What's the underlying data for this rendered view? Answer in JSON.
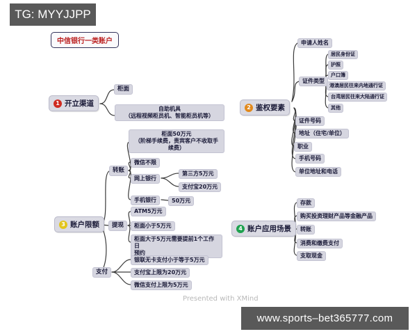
{
  "banners": {
    "tg": "TG: MYYJJPP",
    "url": "www.sports–bet365777.com"
  },
  "root": "中信银行一类账户",
  "watermark": "Presented with XMind",
  "colors": {
    "banner_bg": "#595959",
    "root_text": "#bb1f1f",
    "node_bg": "#d6d6e0",
    "topic1_badge": "#cf2b21",
    "topic2_badge": "#e2891c",
    "topic3_badge": "#e3c51c",
    "topic4_badge": "#1fa14f"
  },
  "topics": {
    "t1": {
      "num": "1",
      "label": "开立渠道"
    },
    "t2": {
      "num": "2",
      "label": "鉴权要素"
    },
    "t3": {
      "num": "3",
      "label": "账户限额"
    },
    "t4": {
      "num": "4",
      "label": "账户应用场景"
    }
  },
  "nodes": {
    "counter": "柜面",
    "self_service": "自助机具\n（远程视频柜员机、智能柜员机等）",
    "transfer": "转账",
    "counter_50w": "柜面50万元\n（阶梯手续费，贵宾客户不收取手\n续费）",
    "wechat_unlimited": "微信不限",
    "online_bank": "网上银行",
    "third_party_5w": "第三方5万元",
    "alipay_20w": "支付宝20万元",
    "mobile_bank": "手机银行",
    "mobile_50w": "50万元",
    "withdraw": "提现",
    "atm_5w": "ATM5万元",
    "counter_lt_5w": "柜面小于5万元",
    "counter_gt_5w": "柜面大于5万元需要提前1个工作日\n预约",
    "pay": "支付",
    "unionpay_le_5w": "银联无卡支付小于等于5万元",
    "alipay_cap_20w": "支付宝上限为20万元",
    "wechat_cap_5w": "微信支付上限为5万元",
    "applicant_name": "申请人姓名",
    "id_type": "证件类型",
    "id_resident": "居民身份证",
    "id_passport": "护照",
    "id_household": "户口簿",
    "id_hk_macau": "港澳居民往来内地通行证",
    "id_taiwan": "台湾居民往来大陆通行证",
    "id_other": "其他",
    "id_number": "证件号码",
    "address": "地址（住宅/单位）",
    "occupation": "职业",
    "mobile_number": "手机号码",
    "work_addr_phone": "单位地址和电话",
    "deposit": "存款",
    "invest_products": "购买投资理财产品等金融产品",
    "transfer_scene": "转账",
    "consume_pay": "消费和缴费支付",
    "cash_withdraw": "支取现金"
  }
}
